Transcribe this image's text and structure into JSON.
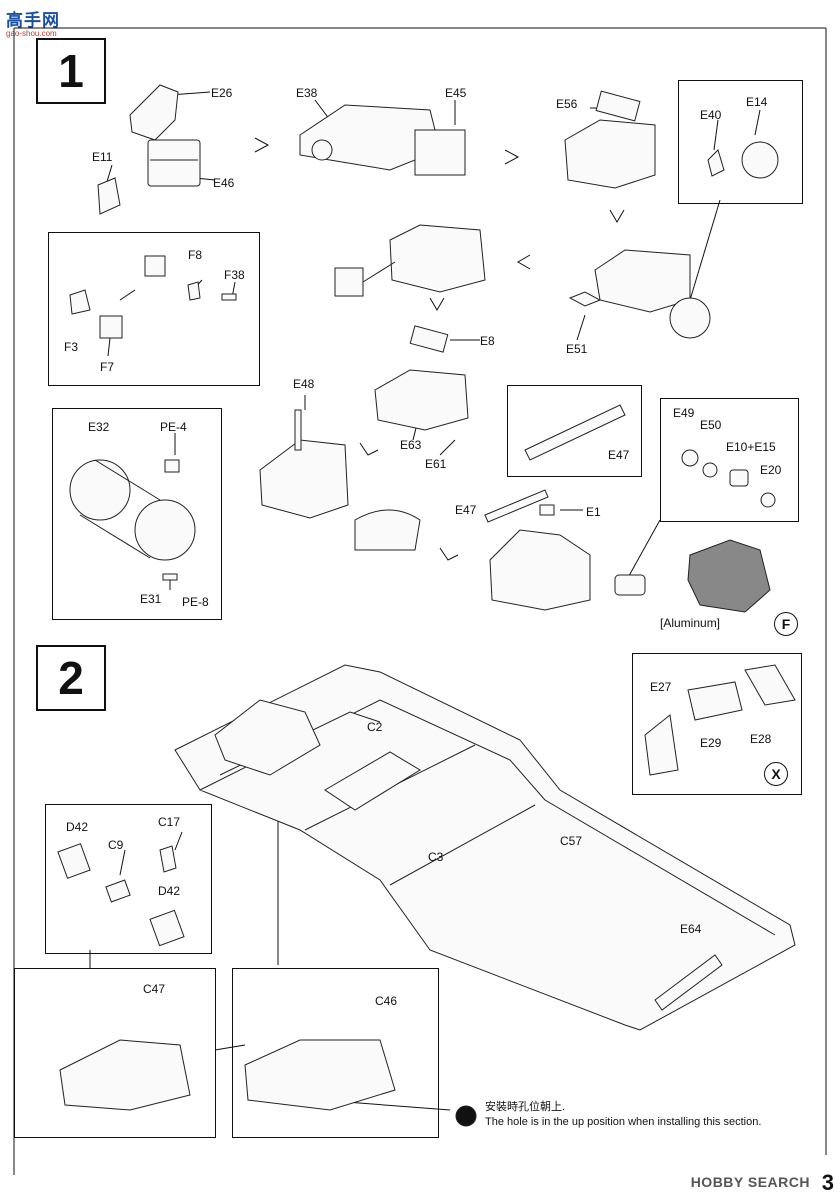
{
  "watermark": {
    "main": "高手网",
    "sub": "gao-shou.com"
  },
  "steps": {
    "one": "1",
    "two": "2"
  },
  "step1": {
    "labels": {
      "E26": "E26",
      "E11": "E11",
      "E46": "E46",
      "E38": "E38",
      "E45": "E45",
      "E56": "E56",
      "E40": "E40",
      "E14": "E14",
      "F8": "F8",
      "F38": "F38",
      "F3": "F3",
      "F7": "F7",
      "E51": "E51",
      "E8": "E8",
      "E48": "E48",
      "E63": "E63",
      "E61": "E61",
      "E47a": "E47",
      "E32": "E32",
      "PE4": "PE-4",
      "E31": "E31",
      "PE8": "PE-8",
      "E49": "E49",
      "E50": "E50",
      "E10E15": "E10+E15",
      "E20": "E20",
      "E47b": "E47",
      "E1": "E1"
    },
    "aluminum": "[Aluminum]",
    "marker_f": "F"
  },
  "step2": {
    "labels": {
      "C2": "C2",
      "C3": "C3",
      "C57": "C57",
      "E64": "E64",
      "E27": "E27",
      "E29": "E29",
      "E28": "E28",
      "D42a": "D42",
      "C17": "C17",
      "C9": "C9",
      "D42b": "D42",
      "C47": "C47",
      "C46": "C46"
    },
    "marker_x": "X"
  },
  "note": {
    "zh": "安裝時孔位朝上.",
    "en": "The hole is in the up position when installing this section."
  },
  "footer": {
    "brand": "HOBBY SEARCH",
    "page": "3"
  }
}
